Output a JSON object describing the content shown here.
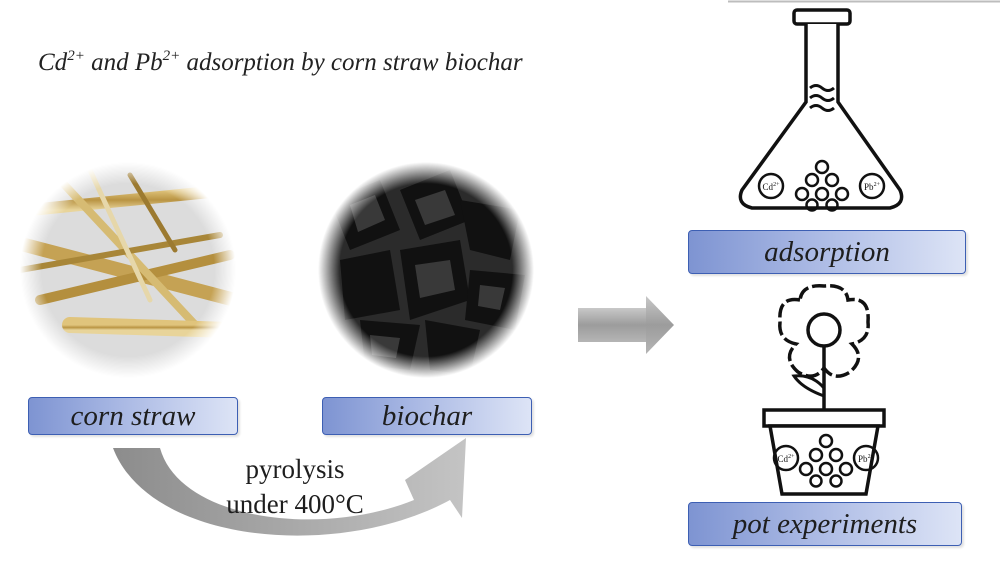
{
  "title": {
    "part1": "Cd",
    "sup1": "2+",
    "part2": " and Pb",
    "sup2": "2+",
    "part3": " adsorption by corn straw biochar"
  },
  "labels": {
    "corn_straw": "corn straw",
    "biochar": "biochar",
    "adsorption": "adsorption",
    "pot_experiments": "pot experiments"
  },
  "process": {
    "line1": "pyrolysis",
    "line2": "under 400°C"
  },
  "ions": {
    "cd": "Cd",
    "cd_charge": "2+",
    "pb": "Pb",
    "pb_charge": "2+"
  },
  "colors": {
    "label_border": "#3d5fb3",
    "label_fill": "#9aaee0",
    "arrow_gray": "#9a9a9a",
    "straw": "#c9a85a",
    "biochar": "#222222"
  }
}
